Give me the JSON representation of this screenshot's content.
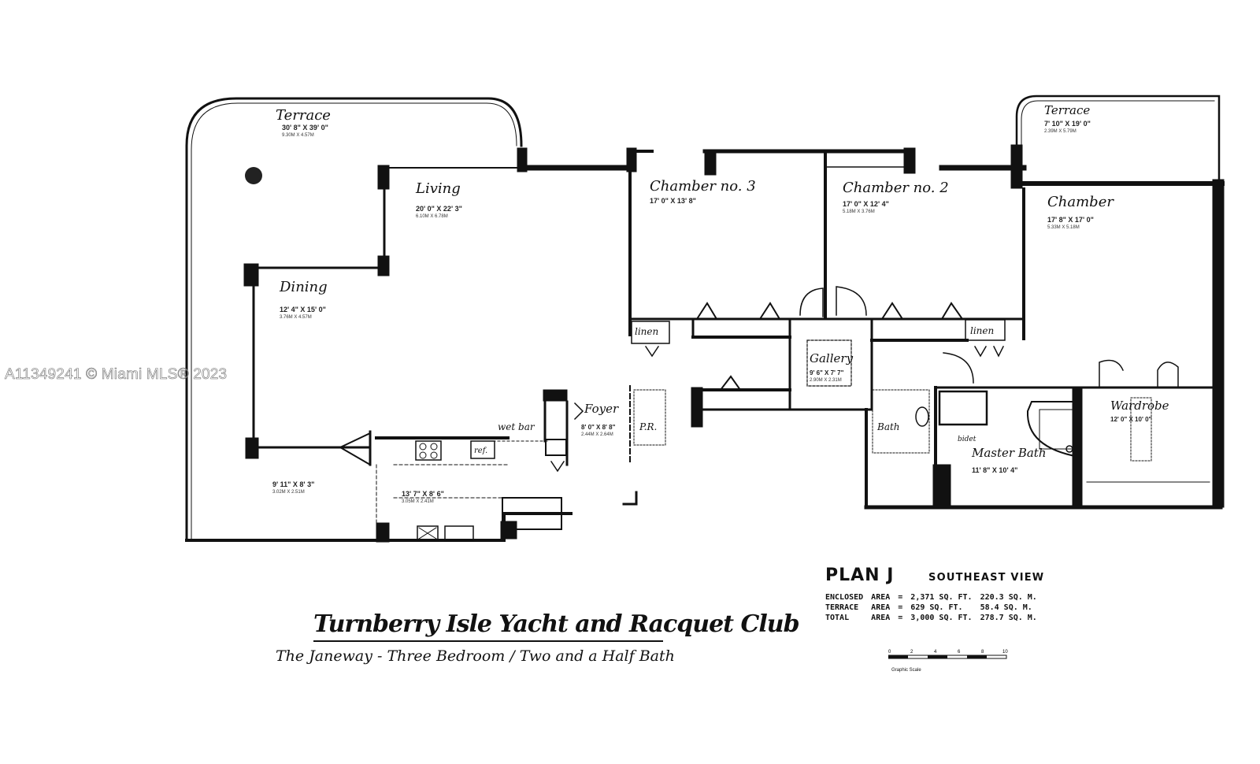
{
  "watermark": "A11349241 © Miami MLS® 2023",
  "rooms": {
    "terrace_main": {
      "name": "Terrace",
      "dims": "30' 8\" X 39' 0\"",
      "metric": "9.30M X 4.57M"
    },
    "living": {
      "name": "Living",
      "dims": "20' 0\" X 22' 3\"",
      "metric": "6.10M X 6.78M"
    },
    "dining": {
      "name": "Dining",
      "dims": "12' 4\" X 15' 0\"",
      "metric": "3.76M X 4.57M"
    },
    "chamber3": {
      "name": "Chamber no. 3",
      "dims": "17' 0\" X 13' 8\""
    },
    "chamber2": {
      "name": "Chamber no. 2",
      "dims": "17' 0\" X 12' 4\"",
      "metric": "5.18M X 3.76M"
    },
    "terrace_small": {
      "name": "Terrace",
      "dims": "7' 10\" X 19' 0\"",
      "metric": "2.39M X 5.79M"
    },
    "chamber": {
      "name": "Chamber",
      "dims": "17' 8\" X 17' 0\"",
      "metric": "5.33M X 5.18M"
    },
    "gallery": {
      "name": "Gallery",
      "dims": "9' 6\" X 7' 7\"",
      "metric": "2.90M X 2.31M"
    },
    "foyer": {
      "name": "Foyer",
      "dims": "8' 0\" X 8' 8\"",
      "metric": "2.44M X 2.64M"
    },
    "wet_bar": {
      "name": "wet bar"
    },
    "kitchen": {
      "dims": "13' 7\" X 8' 6\"",
      "metric": "3.05M X 2.41M"
    },
    "den": {
      "dims": "9' 11\" X 8' 3\"",
      "metric": "3.02M X 2.51M"
    },
    "linen_left": {
      "name": "linen"
    },
    "linen_right": {
      "name": "linen"
    },
    "bath_small": {
      "name": "Bath"
    },
    "master_bath": {
      "name": "Master Bath",
      "dims": "11' 8\" X 10' 4\""
    },
    "wardrobe": {
      "name": "Wardrobe",
      "dims": "12' 0\" X 10' 0\""
    },
    "powder": {
      "name": "P.R."
    },
    "bidet": {
      "name": "bidet"
    },
    "fridge": {
      "name": "ref."
    }
  },
  "plan": {
    "name": "PLAN J",
    "view": "SOUTHEAST VIEW"
  },
  "areas": [
    {
      "label": "ENCLOSED",
      "word": "AREA",
      "eq": "=",
      "sqft": "2,371 SQ. FT.",
      "sqm": "220.3 SQ. M."
    },
    {
      "label": "TERRACE",
      "word": "AREA",
      "eq": "=",
      "sqft": "629 SQ. FT.",
      "sqm": "58.4 SQ. M."
    },
    {
      "label": "TOTAL",
      "word": "AREA",
      "eq": "=",
      "sqft": "3,000 SQ. FT.",
      "sqm": "278.7 SQ. M."
    }
  ],
  "club": "Turnberry Isle Yacht and Racquet Club",
  "unit": "The Janeway - Three Bedroom / Two and a Half Bath",
  "scale": {
    "ticks": [
      "0",
      "2",
      "4",
      "6",
      "8",
      "10"
    ],
    "caption": "Graphic Scale"
  }
}
